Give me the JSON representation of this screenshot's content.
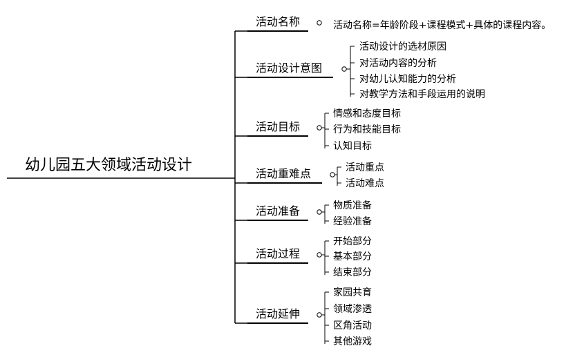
{
  "root": {
    "label": "幼儿园五大领域活动设计"
  },
  "branches": [
    {
      "label": "活动名称",
      "children": [
        "活动名称=年龄阶段+课程模式+具体的课程内容。"
      ]
    },
    {
      "label": "活动设计意图",
      "children": [
        "活动设计的选材原因",
        "对活动内容的分析",
        "对幼儿认知能力的分析",
        "对教学方法和手段运用的说明"
      ]
    },
    {
      "label": "活动目标",
      "children": [
        "情感和态度目标",
        "行为和技能目标",
        "认知目标"
      ]
    },
    {
      "label": "活动重难点",
      "children": [
        "活动重点",
        "活动难点"
      ]
    },
    {
      "label": "活动准备",
      "children": [
        "物质准备",
        "经验准备"
      ]
    },
    {
      "label": "活动过程",
      "children": [
        "开始部分",
        "基本部分",
        "结束部分"
      ]
    },
    {
      "label": "活动延伸",
      "children": [
        "家园共育",
        "领域渗透",
        "区角活动",
        "其他游戏"
      ]
    }
  ]
}
